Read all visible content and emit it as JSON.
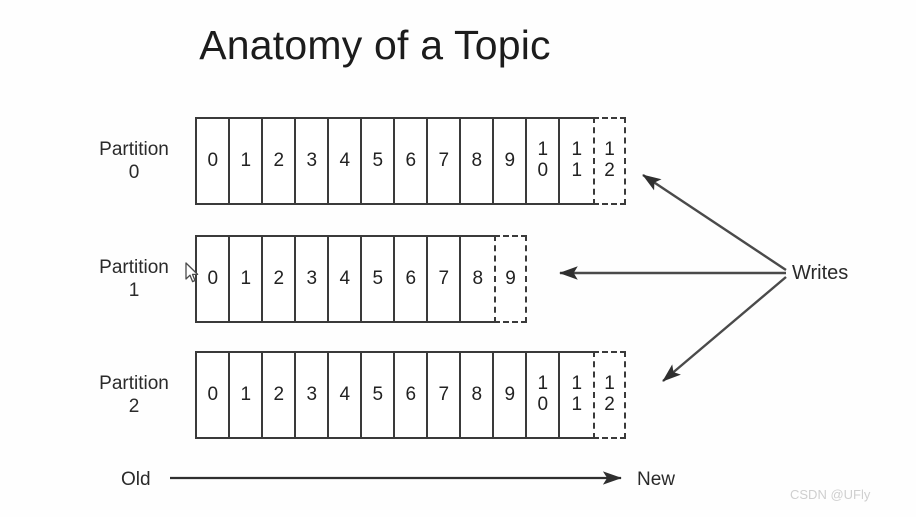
{
  "title": "Anatomy of a Topic",
  "diagram": {
    "type": "kafka-topic-partition-log",
    "partitions": [
      {
        "label_line1": "Partition",
        "label_line2": "0",
        "committed_offsets": [
          "0",
          "1",
          "2",
          "3",
          "4",
          "5",
          "6",
          "7",
          "8",
          "9",
          "10",
          "11"
        ],
        "pending_offset": "12"
      },
      {
        "label_line1": "Partition",
        "label_line2": "1",
        "committed_offsets": [
          "0",
          "1",
          "2",
          "3",
          "4",
          "5",
          "6",
          "7",
          "8"
        ],
        "pending_offset": "9"
      },
      {
        "label_line1": "Partition",
        "label_line2": "2",
        "committed_offsets": [
          "0",
          "1",
          "2",
          "3",
          "4",
          "5",
          "6",
          "7",
          "8",
          "9",
          "10",
          "11"
        ],
        "pending_offset": "12"
      }
    ],
    "writes_label": "Writes",
    "timeline": {
      "start_label": "Old",
      "end_label": "New"
    },
    "colors": {
      "stroke": "#3a3a3a",
      "text": "#2a2a2a",
      "background": "#fefefe",
      "watermark": "#cfcfcf"
    }
  },
  "watermark": "CSDN @UFly"
}
